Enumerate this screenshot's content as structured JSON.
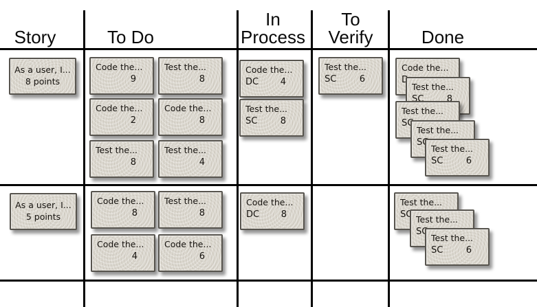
{
  "board": {
    "columns": [
      {
        "id": "story",
        "label": "Story"
      },
      {
        "id": "todo",
        "label": "To Do"
      },
      {
        "id": "in_process",
        "label": "In Process"
      },
      {
        "id": "to_verify",
        "label": "To Verify"
      },
      {
        "id": "done",
        "label": "Done"
      }
    ],
    "rows": [
      {
        "story": {
          "title": "As a user, I...",
          "points": "8 points"
        },
        "todo": [
          {
            "title": "Code the...",
            "tag": "",
            "points": "9"
          },
          {
            "title": "Test the...",
            "tag": "",
            "points": "8"
          },
          {
            "title": "Code the...",
            "tag": "",
            "points": "2"
          },
          {
            "title": "Code the...",
            "tag": "",
            "points": "8"
          },
          {
            "title": "Test the...",
            "tag": "",
            "points": "8"
          },
          {
            "title": "Test the...",
            "tag": "",
            "points": "4"
          }
        ],
        "in_process": [
          {
            "title": "Code the...",
            "tag": "DC",
            "points": "4"
          },
          {
            "title": "Test the...",
            "tag": "SC",
            "points": "8"
          }
        ],
        "to_verify": [
          {
            "title": "Test the...",
            "tag": "SC",
            "points": "6"
          }
        ],
        "done": [
          {
            "title": "Code the...",
            "tag": "D",
            "points": ""
          },
          {
            "title": "Test the...",
            "tag": "SC",
            "points": "8"
          },
          {
            "title": "Test the...",
            "tag": "SC",
            "points": ""
          },
          {
            "title": "Test the...",
            "tag": "SC",
            "points": ""
          },
          {
            "title": "Test the...",
            "tag": "SC",
            "points": "6"
          }
        ]
      },
      {
        "story": {
          "title": "As a user, I...",
          "points": "5 points"
        },
        "todo": [
          {
            "title": "Code the...",
            "tag": "",
            "points": "8"
          },
          {
            "title": "Test the...",
            "tag": "",
            "points": "8"
          },
          {
            "title": "Code the...",
            "tag": "",
            "points": "4"
          },
          {
            "title": "Code the...",
            "tag": "",
            "points": "6"
          }
        ],
        "in_process": [
          {
            "title": "Code the...",
            "tag": "DC",
            "points": "8"
          }
        ],
        "to_verify": [],
        "done": [
          {
            "title": "Test the...",
            "tag": "SC",
            "points": ""
          },
          {
            "title": "Test the...",
            "tag": "SC",
            "points": ""
          },
          {
            "title": "Test the...",
            "tag": "SC",
            "points": "6"
          }
        ]
      }
    ],
    "colors": {
      "line": "#000000",
      "card_fill": "#d9d5cc",
      "card_border": "#57544e",
      "text": "#16130f"
    }
  }
}
